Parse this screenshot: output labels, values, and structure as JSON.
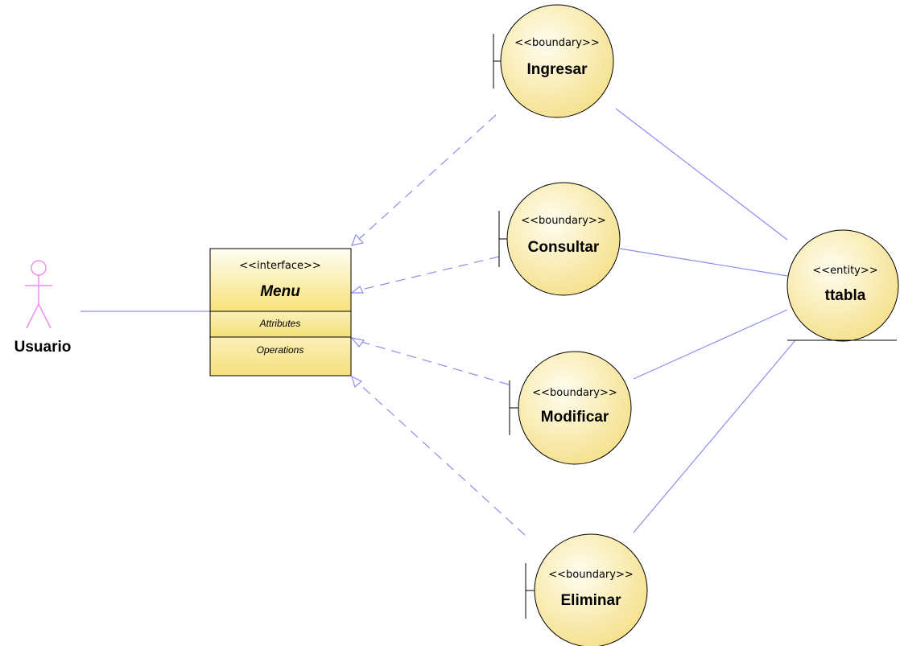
{
  "actor": {
    "name": "Usuario"
  },
  "interface": {
    "stereotype": "<<interface>>",
    "name": "Menu",
    "attributes_label": "Attributes",
    "operations_label": "Operations"
  },
  "boundaries": [
    {
      "stereotype": "<<boundary>>",
      "name": "Ingresar"
    },
    {
      "stereotype": "<<boundary>>",
      "name": "Consultar"
    },
    {
      "stereotype": "<<boundary>>",
      "name": "Modificar"
    },
    {
      "stereotype": "<<boundary>>",
      "name": "Eliminar"
    }
  ],
  "entity": {
    "stereotype": "<<entity>>",
    "name": "ttabla"
  },
  "colors": {
    "connector": "#8c8cf0",
    "actor": "#f08cf0",
    "element_fill_light": "#fffbe0",
    "element_fill_dark": "#f7e27a",
    "outline": "#000000"
  }
}
